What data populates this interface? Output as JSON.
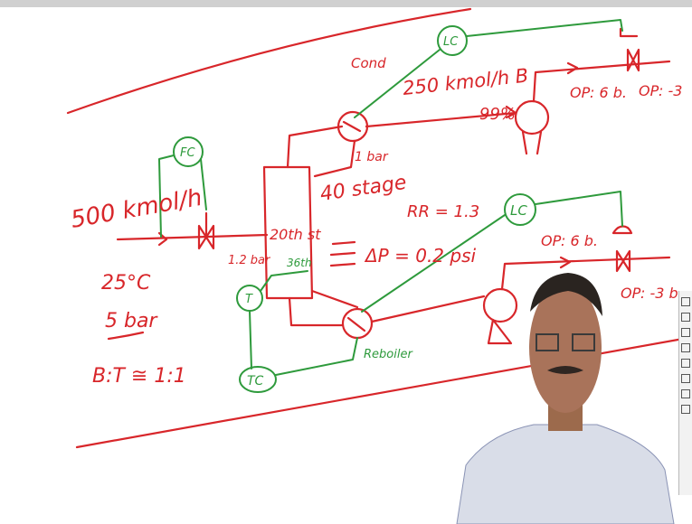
{
  "colors": {
    "ink_red": "#d8262a",
    "ink_green": "#2e9a3c",
    "board": "#ffffff"
  },
  "labels": {
    "feed_rate": "500 kmol/h",
    "feed_temp": "25°C",
    "feed_pressure": "5 bar",
    "ratio": "B:T ≅ 1:1",
    "fc": "FC",
    "lc_top": "LC",
    "lc_bottom": "LC",
    "tc": "TC",
    "t_sensor": "T",
    "condenser_label": "Cond",
    "top_rate": "250 kmol/h B",
    "top_purity": "99%",
    "column_pressure_top": "1 bar",
    "stages": "40 stage",
    "feed_stage": "20th st",
    "bottom_stage": "36th",
    "side_pressure": "1.2 bar",
    "reflux_ratio": "RR = 1.3",
    "dp": "ΔP = 0.2 psi",
    "reboiler": "Reboiler",
    "op_top_1": "OP: 6 b.",
    "op_top_2": "OP: -3",
    "op_bot_1": "OP: 6 b.",
    "op_bot_2": "OP: -3 b"
  }
}
